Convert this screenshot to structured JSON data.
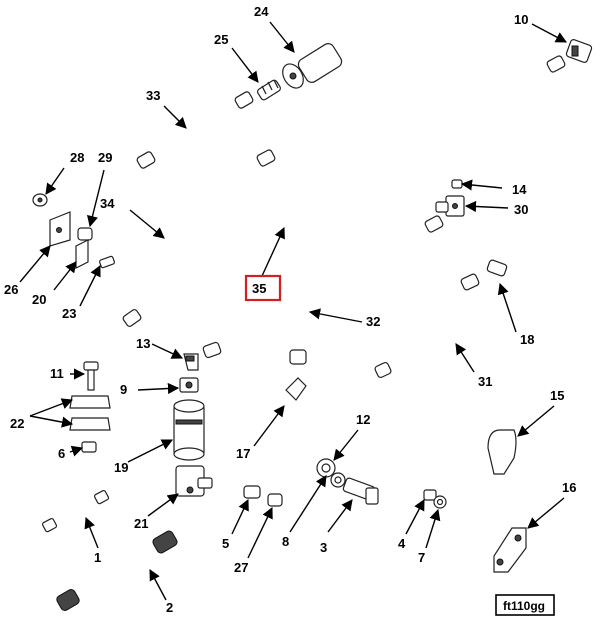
{
  "diagram": {
    "highlighted_label": "35",
    "figure_id": "ft110gg",
    "labels": {
      "l1": "1",
      "l2": "2",
      "l3": "3",
      "l4": "4",
      "l5": "5",
      "l6": "6",
      "l7": "7",
      "l8": "8",
      "l9": "9",
      "l10": "10",
      "l11": "11",
      "l12": "12",
      "l13": "13",
      "l14": "14",
      "l15": "15",
      "l16": "16",
      "l17": "17",
      "l18": "18",
      "l19": "19",
      "l20": "20",
      "l21": "21",
      "l22": "22",
      "l23": "23",
      "l24": "24",
      "l25": "25",
      "l26": "26",
      "l27": "27",
      "l28": "28",
      "l29": "29",
      "l30": "30",
      "l31": "31",
      "l32": "32",
      "l33": "33",
      "l34": "34"
    }
  }
}
